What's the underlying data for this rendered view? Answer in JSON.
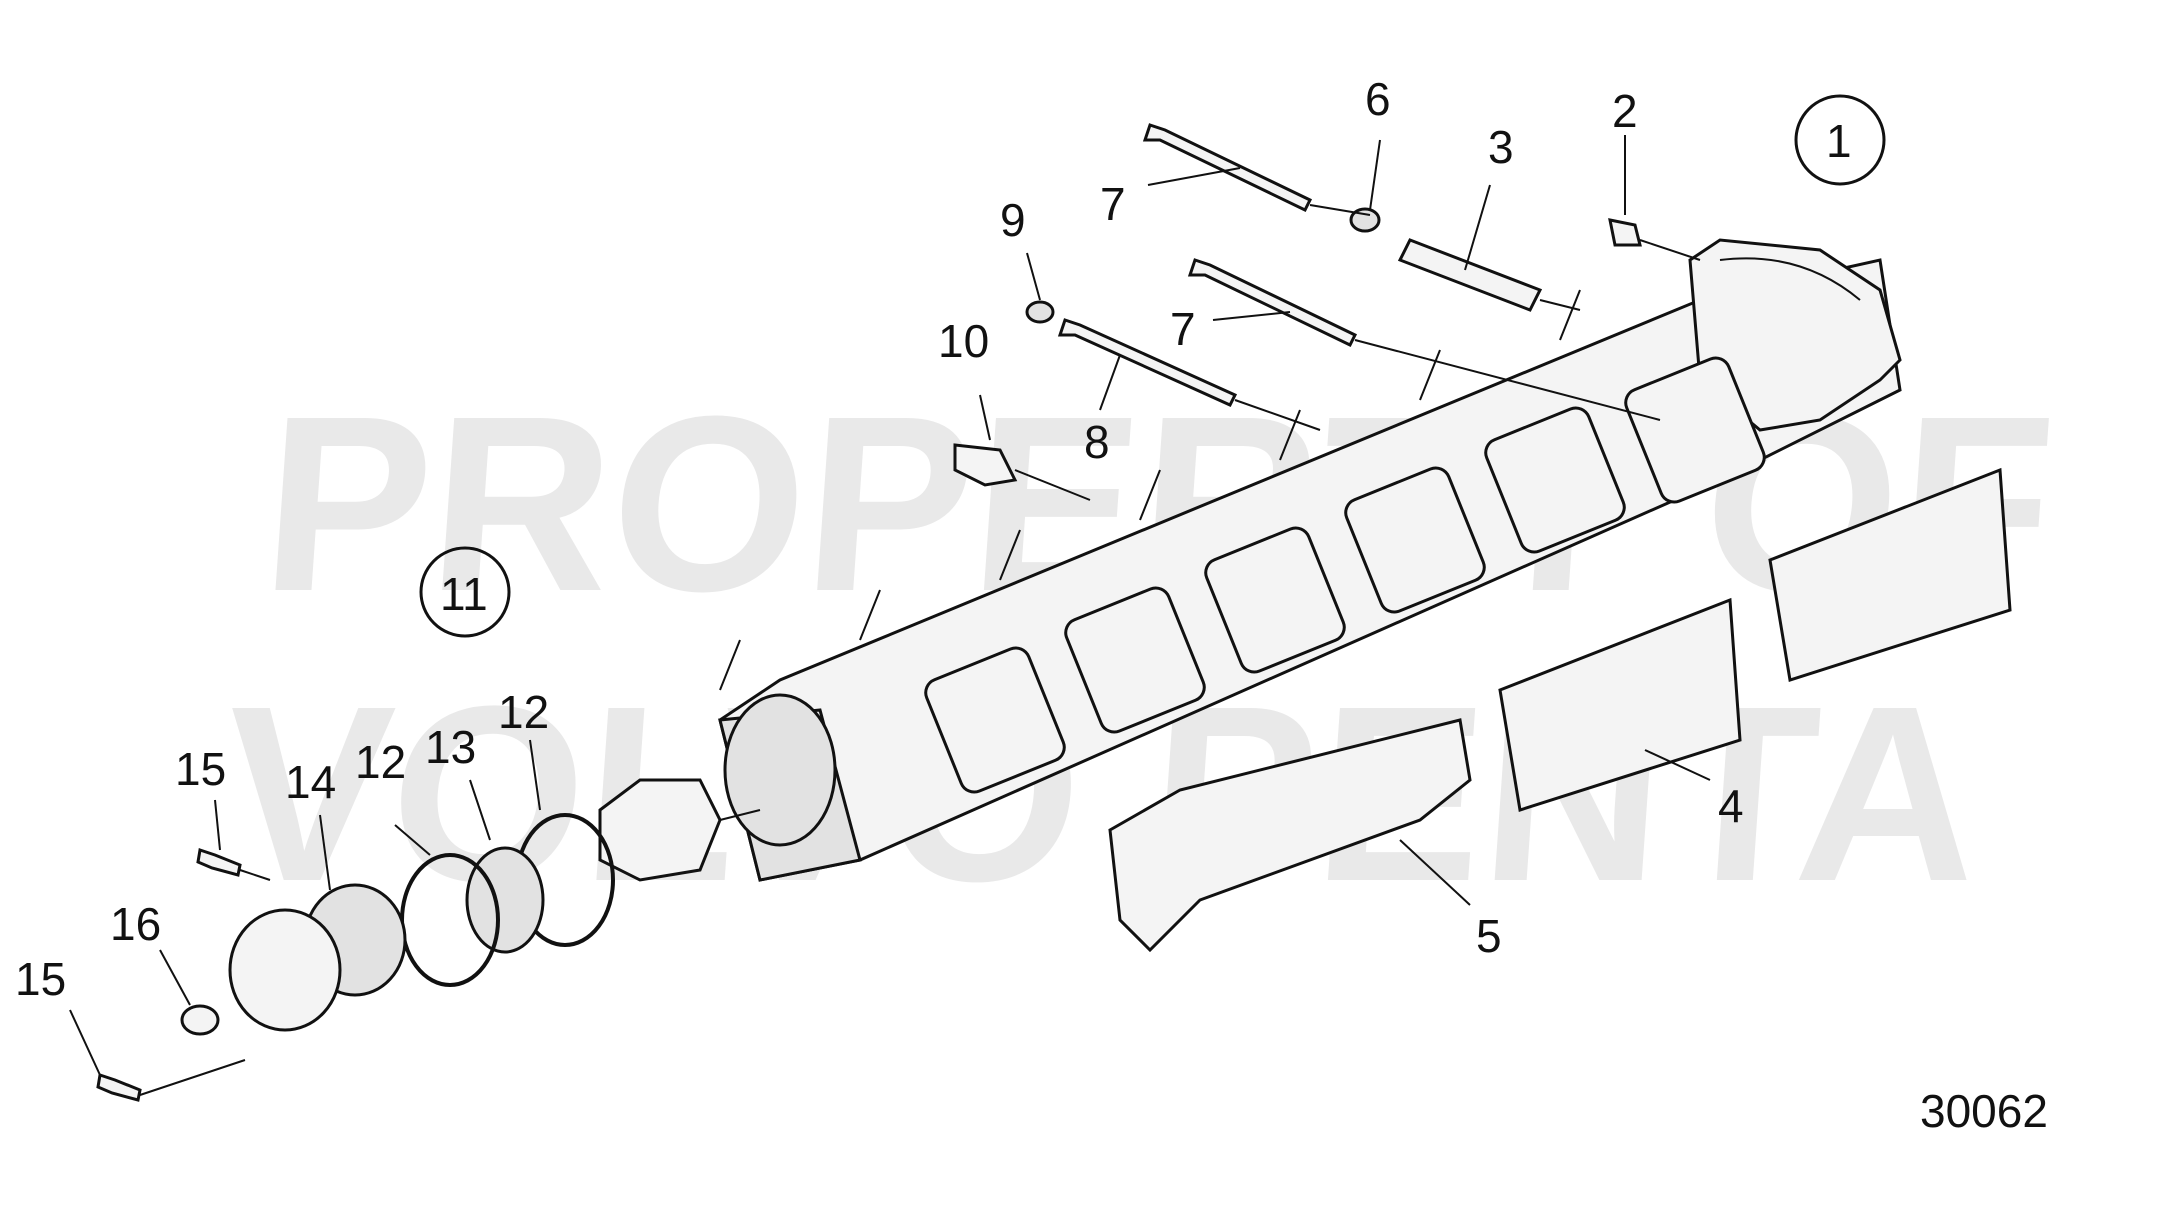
{
  "watermark": {
    "line1": "PROPERTY OF",
    "line2": "VOLVO PENTA"
  },
  "callouts": {
    "c1": "1",
    "c2": "2",
    "c3": "3",
    "c4": "4",
    "c5": "5",
    "c6": "6",
    "c7a": "7",
    "c7b": "7",
    "c8": "8",
    "c9": "9",
    "c10": "10",
    "c11": "11",
    "c12a": "12",
    "c12b": "12",
    "c13": "13",
    "c14": "14",
    "c15a": "15",
    "c15b": "15",
    "c16": "16"
  },
  "figure_number": "30062",
  "colors": {
    "ink": "#111111",
    "part": "#f4f4f4",
    "shade": "#e2e2e2",
    "watermark": "#e9e9e9"
  }
}
